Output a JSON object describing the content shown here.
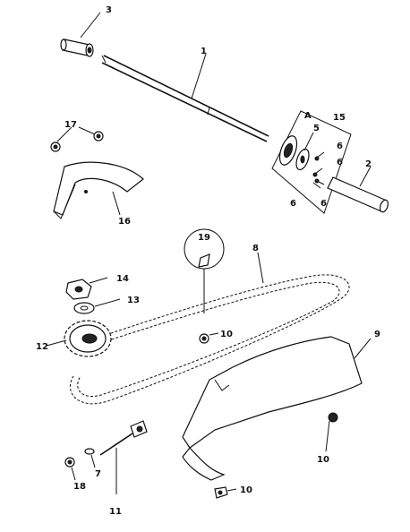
{
  "callouts": {
    "c1": "1",
    "c2": "2",
    "c3": "3",
    "c5": "5",
    "c5a": "A",
    "c6a": "6",
    "c6b": "6",
    "c6c": "6",
    "c6d": "6",
    "c7": "7",
    "c8": "8",
    "c9": "9",
    "c10a": "10",
    "c10b": "10",
    "c10c": "10",
    "c11": "11",
    "c12": "12",
    "c13": "13",
    "c14": "14",
    "c15": "15",
    "c16": "16",
    "c17": "17",
    "c18": "18",
    "c19": "19"
  },
  "colors": {
    "line": "#111111",
    "background": "#ffffff"
  }
}
